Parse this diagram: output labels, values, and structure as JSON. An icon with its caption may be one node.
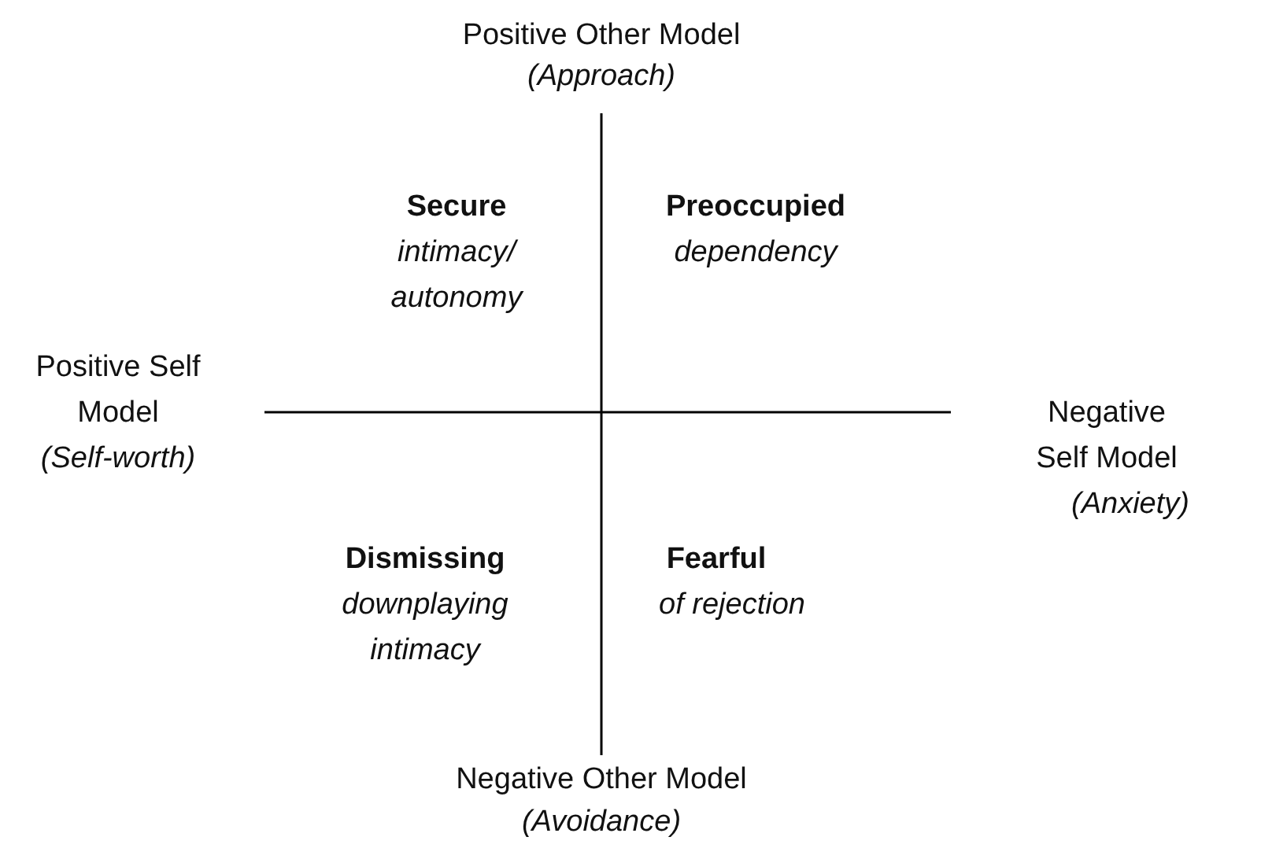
{
  "diagram": {
    "labels": [
      "Positive Other Model",
      "(Approach)",
      "Secure",
      "intimacy/ autonomy",
      "Preoccupied",
      "dependency",
      "Positive Self Model",
      "(Self-worth)",
      "Negative Self Model",
      "(Anxiety)",
      "Dismissing",
      "downplaying intimacy",
      "Fearful",
      "of rejection",
      "Negative Other Model",
      "(Avoidance)"
    ]
  }
}
